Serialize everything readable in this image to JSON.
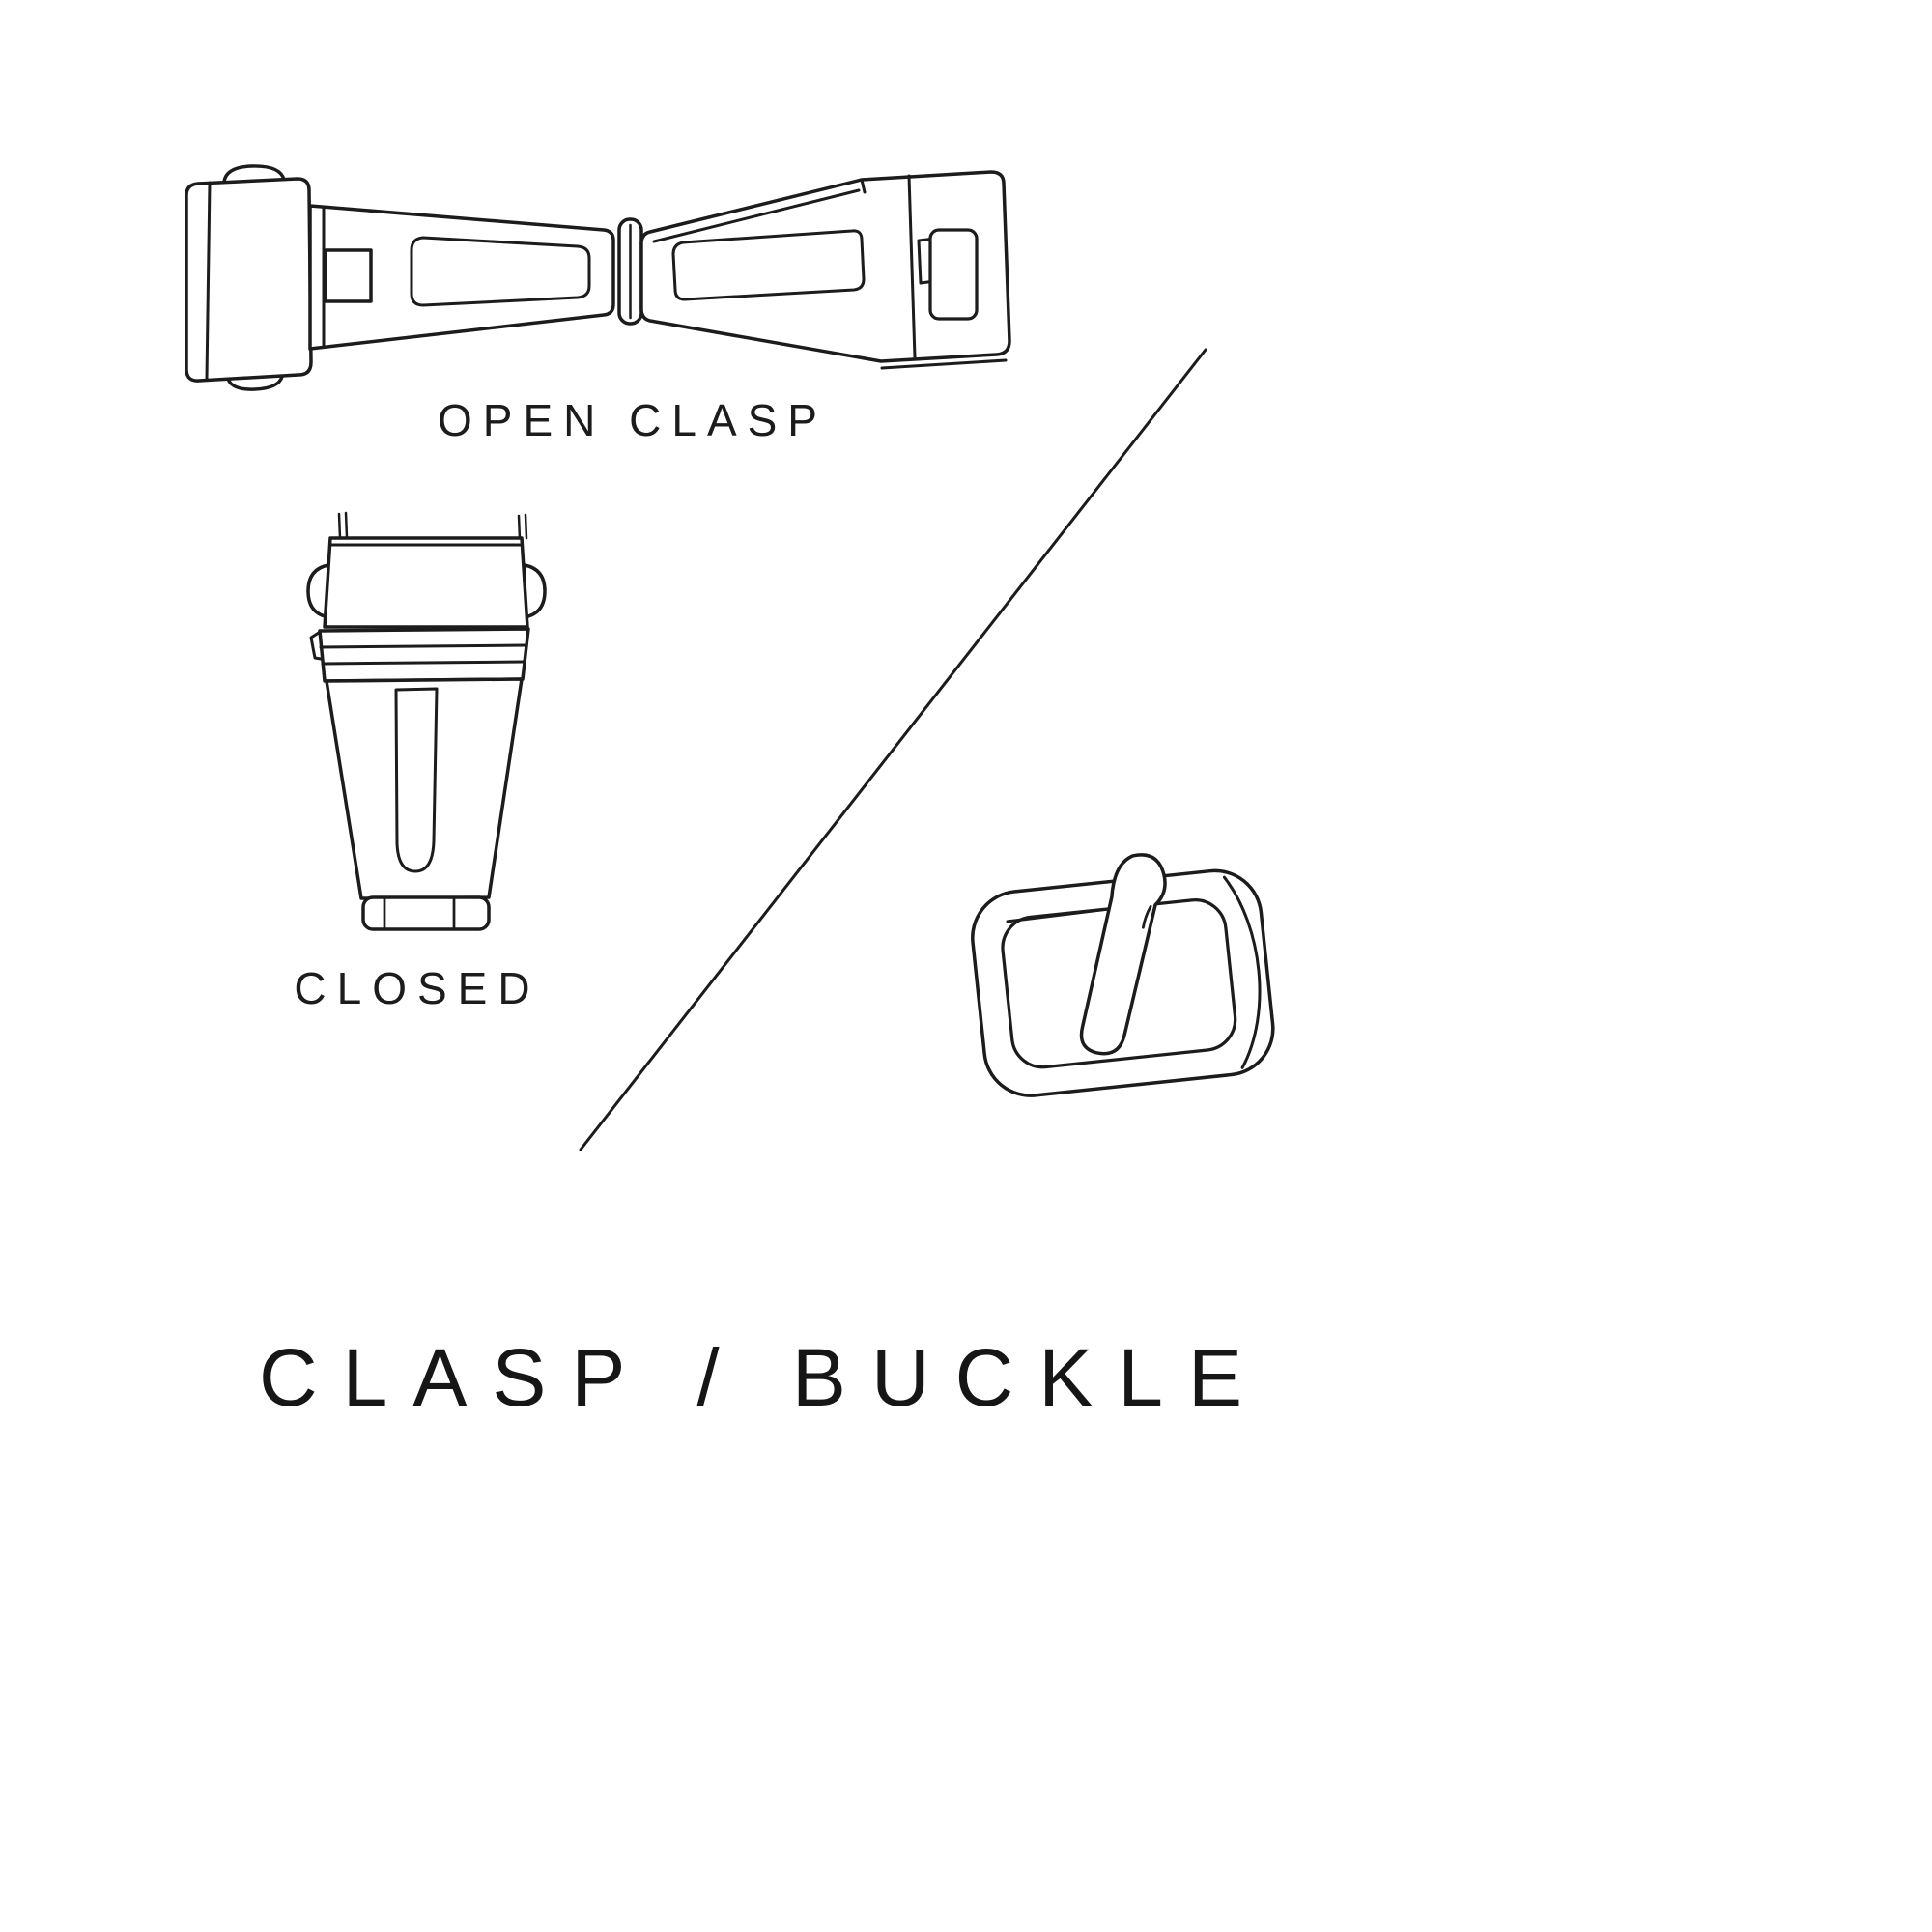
{
  "page": {
    "background": "#ffffff",
    "line_color": "#1c1c1c"
  },
  "labels": {
    "open_clasp": "OPEN CLASP",
    "closed": "CLOSED",
    "title": "CLASP / BUCKLE"
  },
  "illustrations": [
    {
      "name": "open-clasp-illustration"
    },
    {
      "name": "closed-clasp-illustration"
    },
    {
      "name": "tang-buckle-illustration"
    },
    {
      "name": "diagonal-divider-line"
    }
  ]
}
